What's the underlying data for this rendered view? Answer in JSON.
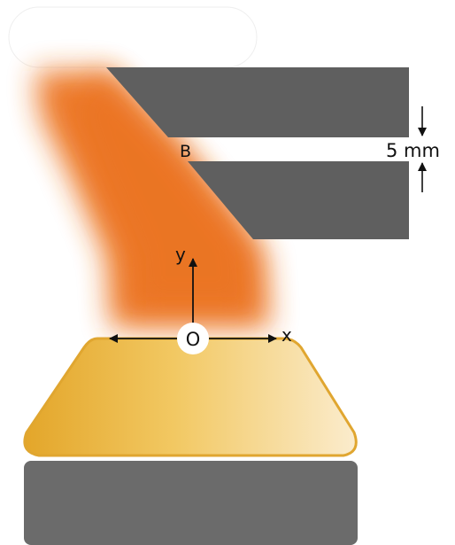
{
  "labels": {
    "point_b": "B",
    "gap_value": "5 mm",
    "axis_y": "y",
    "axis_x": "x",
    "origin": "O"
  },
  "colors": {
    "background": "#ffffff",
    "nozzle": "#5f5f5f",
    "beam": "#ec7420",
    "melt_pool_left": "#e3a62a",
    "melt_pool_right": "#fbeccd",
    "melt_pool_outline": "#e0a630",
    "substrate": "#6b6b6b",
    "text": "#111111"
  }
}
